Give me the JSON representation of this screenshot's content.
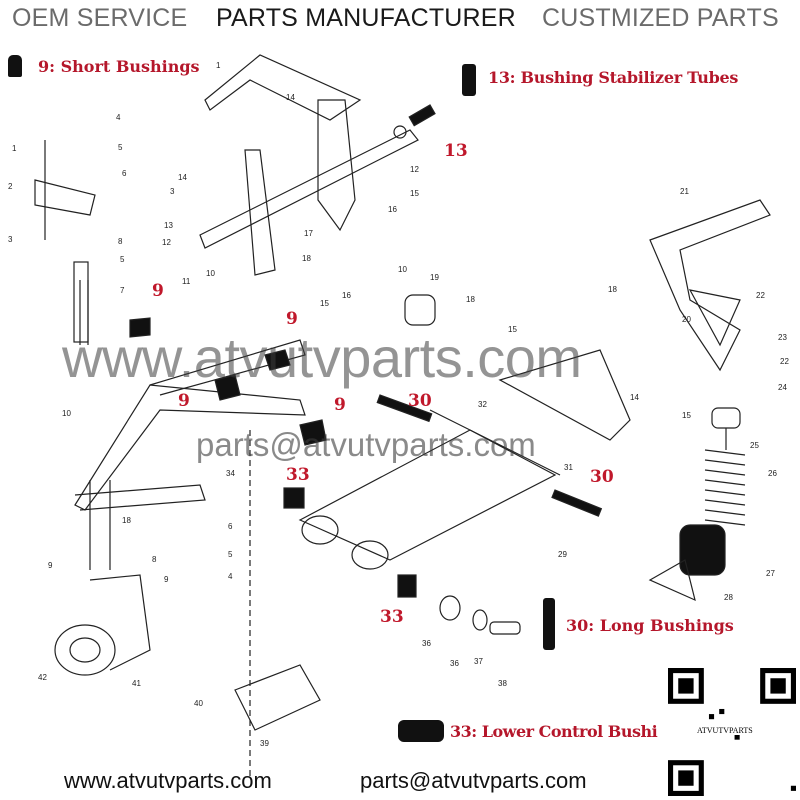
{
  "header": {
    "left": "OEM SERVICE",
    "center": "PARTS MANUFACTURER",
    "right": "CUSTMIZED PARTS"
  },
  "legend": {
    "short_bushings": "9: Short Bushings",
    "stabilizer_tubes": "13: Bushing Stabilizer Tubes",
    "long_bushings": "30: Long Bushings",
    "lower_control": "33: Lower Control Bushi"
  },
  "callouts": [
    "13",
    "9",
    "9",
    "9",
    "9",
    "30",
    "30",
    "33",
    "33"
  ],
  "part_numbers": [
    "1",
    "14",
    "4",
    "1",
    "5",
    "6",
    "2",
    "3",
    "8",
    "5",
    "7",
    "14",
    "3",
    "13",
    "12",
    "11",
    "10",
    "17",
    "18",
    "12",
    "15",
    "16",
    "10",
    "19",
    "15",
    "16",
    "18",
    "15",
    "21",
    "18",
    "20",
    "22",
    "23",
    "22",
    "24",
    "10",
    "18",
    "6",
    "5",
    "4",
    "8",
    "9",
    "9",
    "42",
    "41",
    "34",
    "32",
    "31",
    "29",
    "14",
    "15",
    "25",
    "26",
    "27",
    "28",
    "36",
    "36",
    "37",
    "38",
    "40",
    "39"
  ],
  "watermark": {
    "website": "www.atvutvparts.com",
    "email": "parts@atvutvparts.com"
  },
  "footer": {
    "website": "www.atvutvparts.com",
    "email": "parts@atvutvparts.com"
  },
  "qr_label": "ATVUTVPARTS",
  "colors": {
    "accent_red": "#b5172b",
    "header_gray": "#6b6b6b"
  }
}
